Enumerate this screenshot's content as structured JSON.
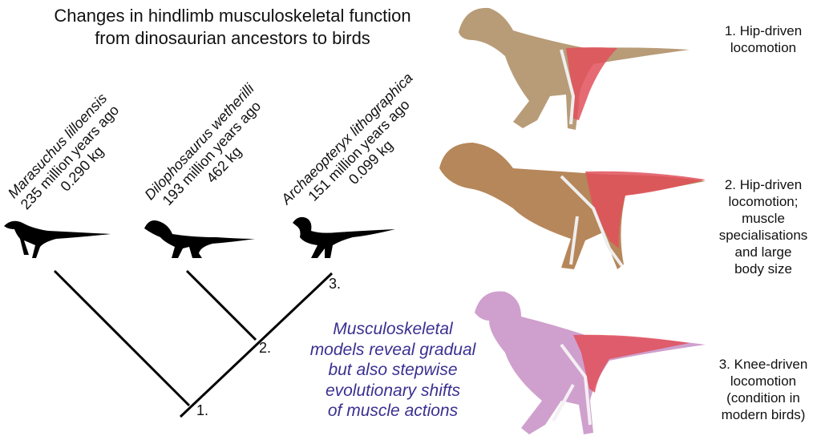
{
  "title": [
    "Changes in hindlimb musculoskeletal function",
    "from dinosaurian ancestors to birds"
  ],
  "taxa": [
    {
      "name": "Marasuchus lilloensis",
      "age": "235 million years ago",
      "mass": "0.290 kg"
    },
    {
      "name": "Dilophosaurus wetherilli",
      "age": "193 million years ago",
      "mass": "462 kg"
    },
    {
      "name": "Archaeopteryx lithographica",
      "age": "151 million years ago",
      "mass": "0.099 kg"
    }
  ],
  "nodes": [
    "1.",
    "2.",
    "3."
  ],
  "summary": [
    "Musculoskeletal",
    "models reveal gradual",
    "but also stepwise",
    "evolutionary shifts",
    "of muscle actions"
  ],
  "captions": [
    [
      "1. Hip-driven",
      "locomotion"
    ],
    [
      "2. Hip-driven",
      "locomotion;",
      "muscle",
      "specialisations",
      "and large",
      "body size"
    ],
    [
      "3. Knee-driven",
      "locomotion",
      "(condition in",
      "modern birds)"
    ]
  ],
  "colors": {
    "summary_text": "#3a3090",
    "muscle": "#e0505a"
  }
}
